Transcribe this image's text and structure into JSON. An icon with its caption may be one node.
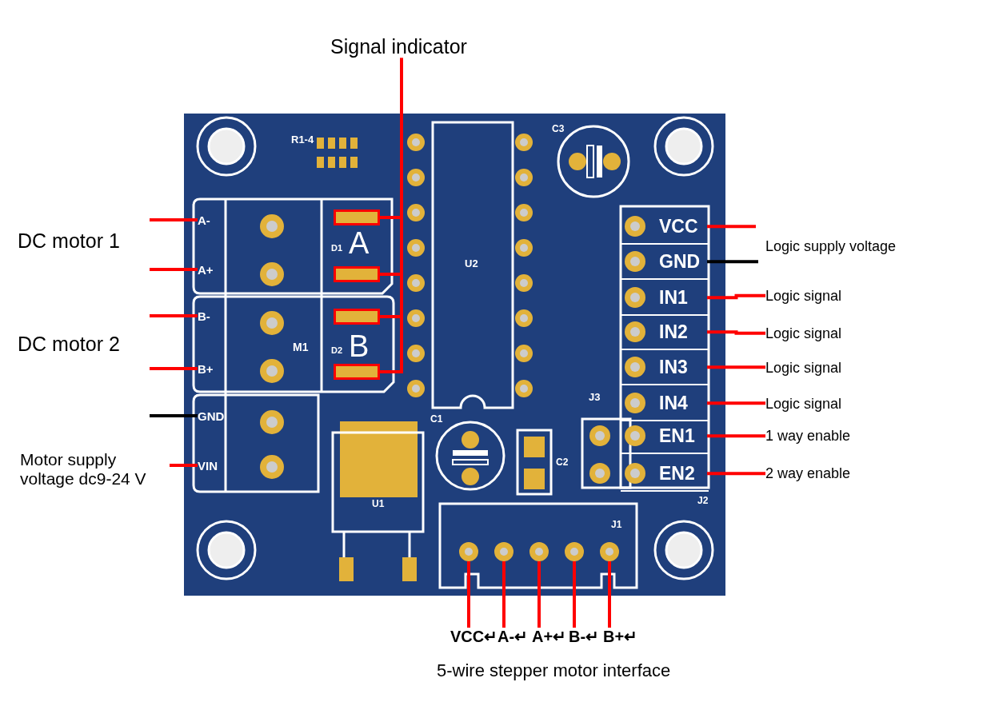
{
  "diagram": {
    "nodes": [
      {
        "text": [
          "Signal indicator"
        ]
      },
      {
        "text": [],
        "shape": "box"
      },
      {
        "text": [],
        "shape": "box"
      },
      {
        "text": [],
        "shape": "box"
      },
      {
        "text": [],
        "shape": "box"
      },
      {
        "text": [
          "A-"
        ]
      },
      {
        "text": [
          "A+"
        ]
      },
      {
        "text": [
          "B-"
        ]
      },
      {
        "text": [
          "B+"
        ]
      },
      {
        "text": [
          "GND"
        ]
      },
      {
        "text": [
          "VIN"
        ]
      },
      {
        "text": [
          "VCC"
        ]
      },
      {
        "text": [
          "GND"
        ]
      },
      {
        "text": [
          "IN1"
        ]
      },
      {
        "text": [
          "IN2"
        ]
      },
      {
        "text": [
          "IN3"
        ]
      },
      {
        "text": [
          "IN4"
        ]
      },
      {
        "text": [
          "EN1"
        ]
      },
      {
        "text": [
          "EN2"
        ]
      },
      {
        "text": [
          "Logic signal"
        ]
      },
      {
        "text": [
          "Logic signal"
        ]
      },
      {
        "text": [
          "Logic signal"
        ]
      },
      {
        "text": [
          "Logic signal"
        ]
      },
      {
        "text": [
          "1 way enable"
        ]
      },
      {
        "text": [
          "2 way enable"
        ]
      },
      {
        "text": [],
        "shape": "circle"
      },
      {
        "text": [],
        "shape": "circle"
      },
      {
        "text": [],
        "shape": "circle"
      },
      {
        "text": [],
        "shape": "circle"
      },
      {
        "text": [],
        "shape": "circle"
      },
      {
        "text": [
          "VCC↵"
        ]
      },
      {
        "text": [
          "A-↵"
        ]
      },
      {
        "text": [
          "A+↵"
        ]
      },
      {
        "text": [
          "B-↵"
        ]
      },
      {
        "text": [
          "B+↵"
        ]
      }
    ],
    "edges": [
      {
        "from": 0,
        "to": 1,
        "arrow": "none"
      },
      {
        "from": 0,
        "to": 2,
        "arrow": "none"
      },
      {
        "from": 0,
        "to": 3,
        "arrow": "none"
      },
      {
        "from": 0,
        "to": 4,
        "arrow": "none"
      },
      {
        "from": null,
        "to": 5,
        "arrow": "none"
      },
      {
        "from": null,
        "to": 6,
        "arrow": "none"
      },
      {
        "from": null,
        "to": 7,
        "arrow": "none"
      },
      {
        "from": null,
        "to": 8,
        "arrow": "none"
      },
      {
        "from": null,
        "to": 9,
        "arrow": "none",
        "color": "#000000"
      },
      {
        "from": null,
        "to": 10,
        "arrow": "none"
      },
      {
        "from": null,
        "to": 11,
        "arrow": "none"
      },
      {
        "from": null,
        "to": 12,
        "arrow": "none",
        "color": "#000000"
      },
      {
        "from": 13,
        "to": 19,
        "arrow": "none"
      },
      {
        "from": 14,
        "to": 20,
        "arrow": "none"
      },
      {
        "from": 15,
        "to": 21,
        "arrow": "none"
      },
      {
        "from": 16,
        "to": 22,
        "arrow": "none"
      },
      {
        "from": 17,
        "to": 23,
        "arrow": "none"
      },
      {
        "from": 18,
        "to": 24,
        "arrow": "none"
      },
      {
        "from": 25,
        "to": 30,
        "arrow": "none"
      },
      {
        "from": 26,
        "to": 31,
        "arrow": "none"
      },
      {
        "from": 27,
        "to": 32,
        "arrow": "none"
      },
      {
        "from": 28,
        "to": 33,
        "arrow": "none"
      },
      {
        "from": 29,
        "to": 34,
        "arrow": "none"
      }
    ],
    "labels": [
      "R1-4",
      "C3",
      "DC motor 1",
      "A",
      "D1",
      "U2",
      "Logic supply voltage",
      "DC motor 2",
      "M1",
      "B",
      "D2",
      "J3",
      "C1",
      "C2",
      "Motor supply voltage dc9-24 V",
      "U1",
      "J2",
      "J1",
      "5-wire stepper motor interface"
    ]
  }
}
